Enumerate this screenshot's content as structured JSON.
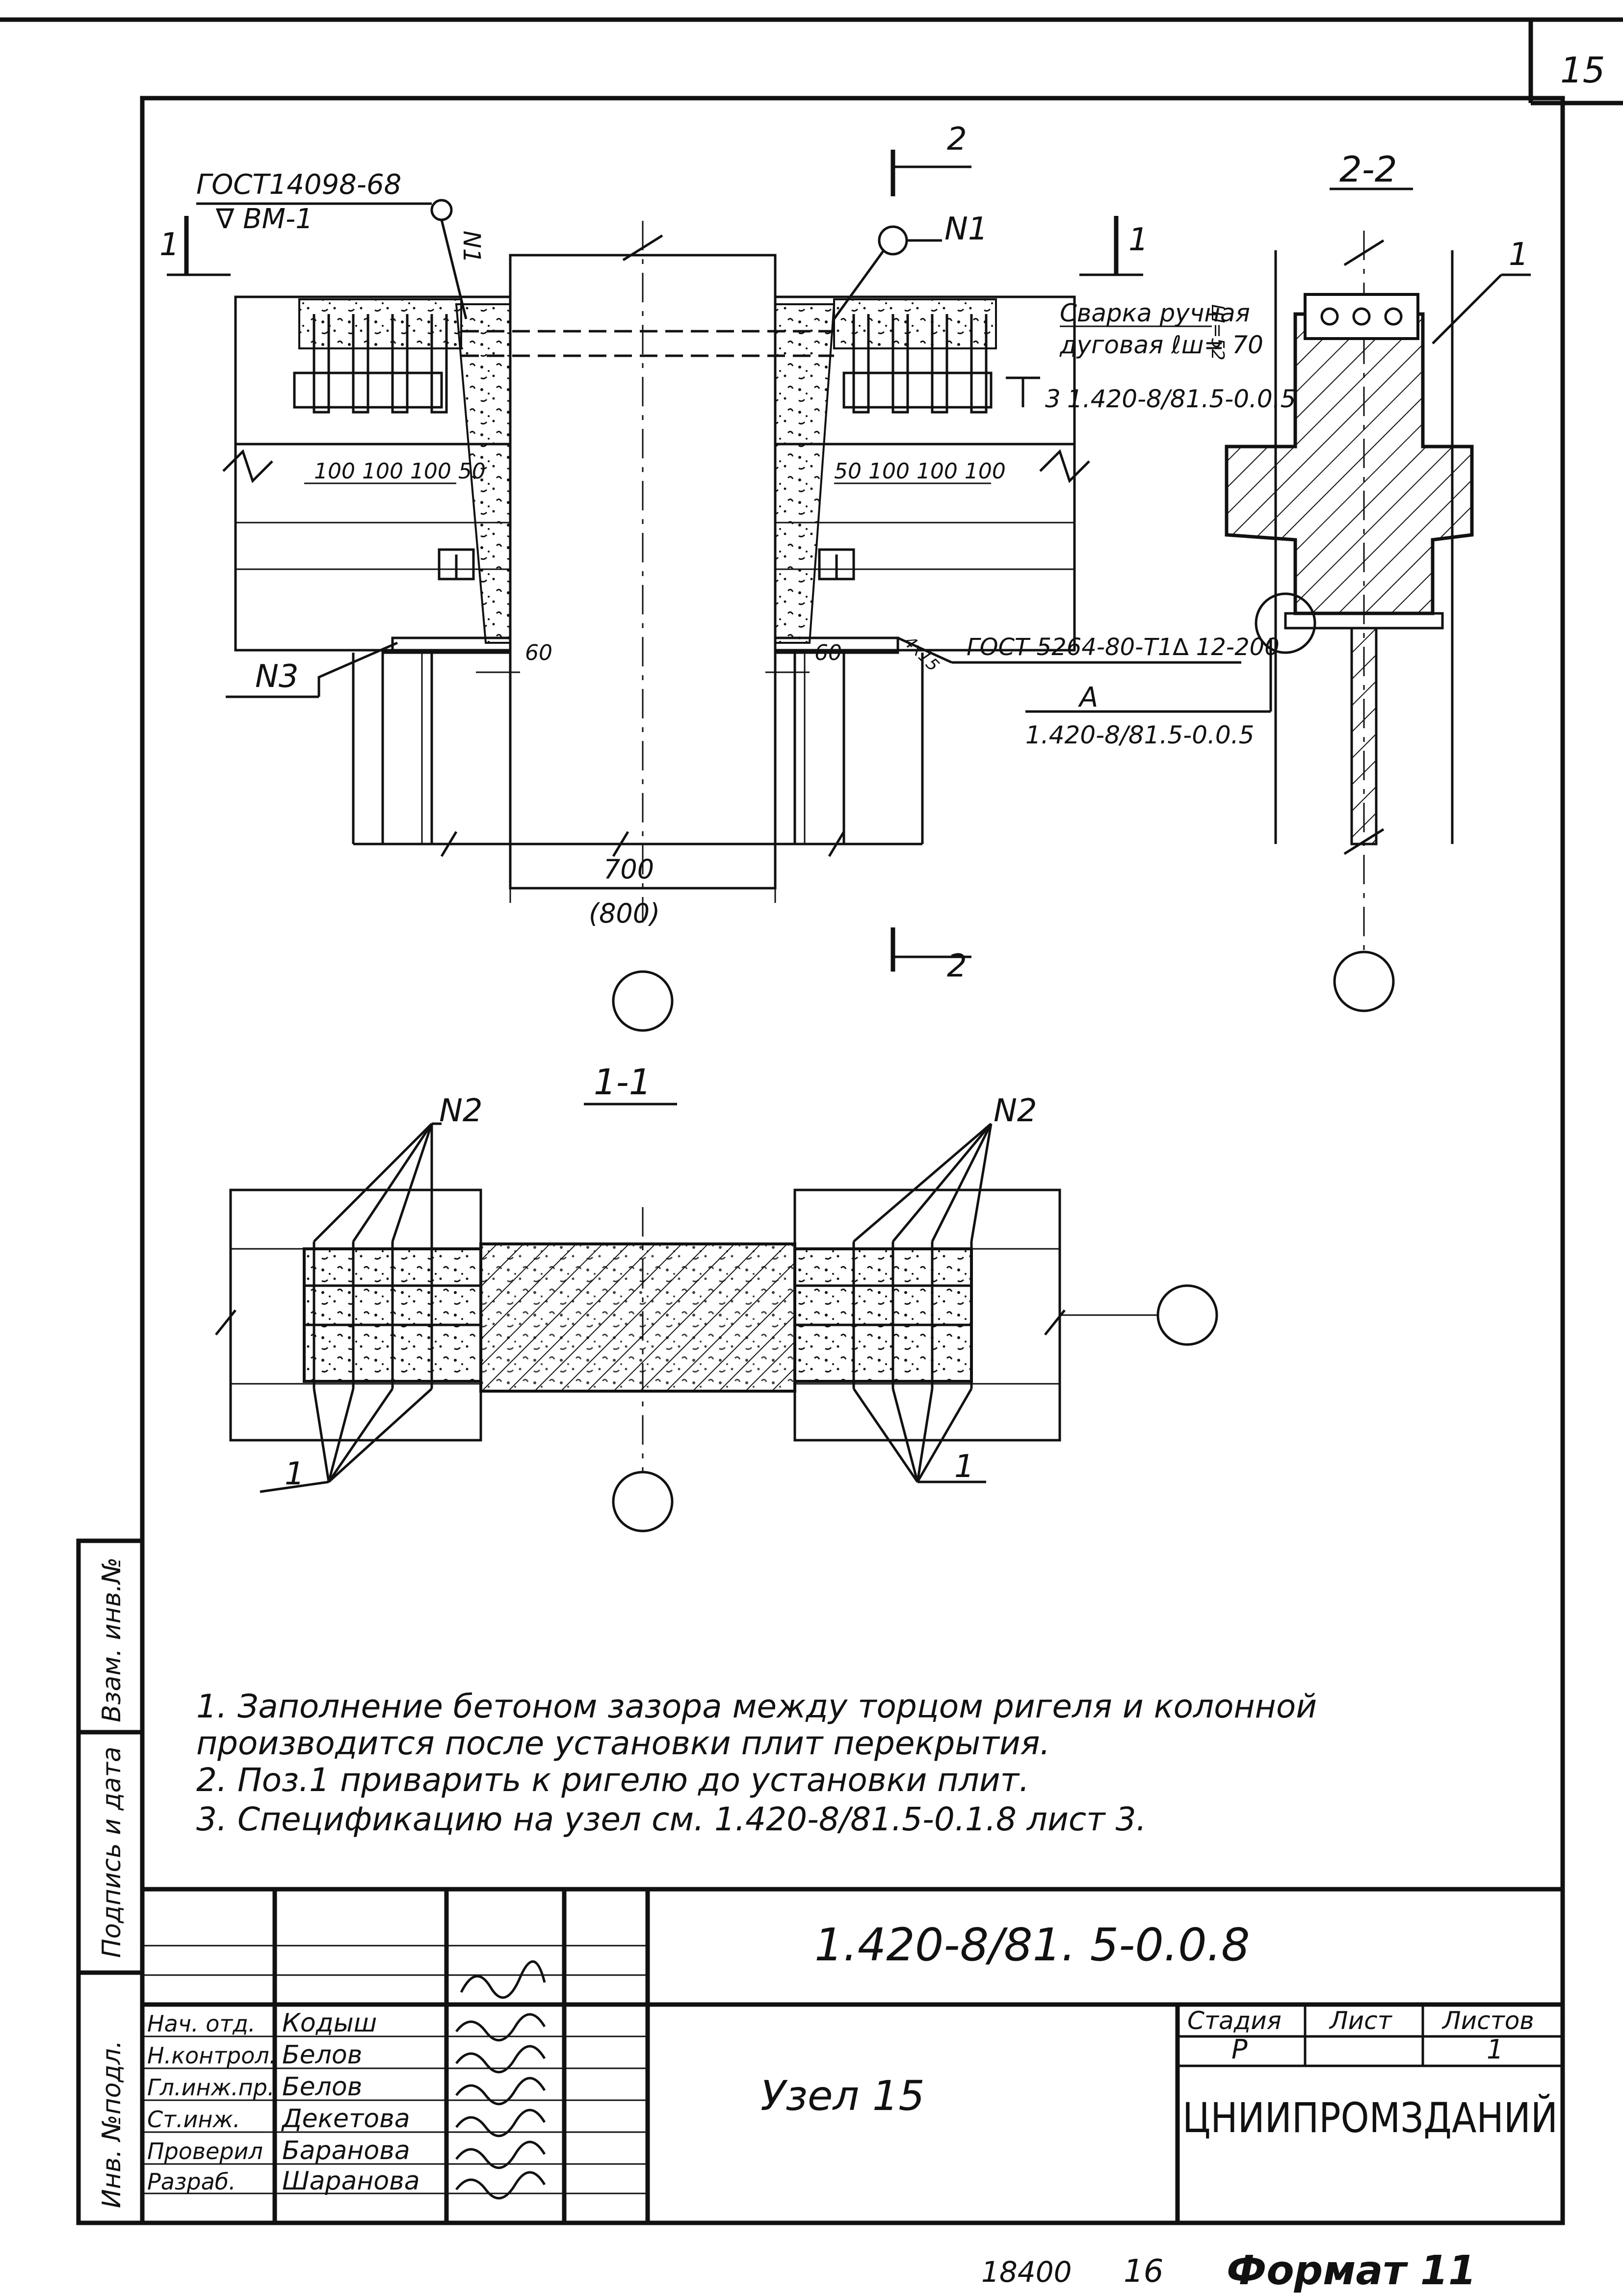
{
  "sheet_number": "15",
  "gost_weld_1": "ГОСТ14098-68",
  "gost_weld_1_sub": "∇ ВМ-1",
  "sec1_mark": "1",
  "sec2_mark": "2",
  "section_2_2_title": "2-2",
  "section_1_1_title": "1-1",
  "callout_n1": "N1",
  "callout_n1_vertical": "N1",
  "callout_n2_left": "N2",
  "callout_n2_right": "N2",
  "callout_n3": "N3",
  "weld_note_line1": "Сварка ручная",
  "weld_note_line2": "дуговая ℓш= 70",
  "weld_note_ref": "1.420-8/81.5-0.0.5",
  "weld_note_side": "Ш=52",
  "weld_note_3": "3",
  "dims_left": "100  100  100   50",
  "dims_right": "50  100  100  100",
  "dim_60_left": "60",
  "dim_60_right": "60",
  "dim_700": "700",
  "dim_800": "(800)",
  "gost_weld_2_prefix": "4х15",
  "gost_weld_2": "ГОСТ 5264-80-Т1∆ 12-200",
  "node_a_letter": "A",
  "node_a_ref": "1.420-8/81.5-0.0.5",
  "pos_1_section22": "1",
  "pos_1_left": "1",
  "pos_1_right": "1",
  "notes": [
    "1.  Заполнение бетоном зазора между торцом ригеля и колонной",
    "     производится после установки плит перекрытия.",
    "2.  Поз.1 приварить к ригелю до установки плит.",
    "3.  Спецификацию на узел см. 1.420-8/81.5-0.1.8 лист 3."
  ],
  "side_stamp": [
    "Инв. №подл.",
    "Подпись и дата",
    "Взам. инв.№"
  ],
  "title_block": {
    "doc_code": "1.420-8/81. 5-0.0.8",
    "title": "Узел 15",
    "stage_header": "Стадия",
    "sheet_header": "Лист",
    "sheets_header": "Листов",
    "stage_value": "Р",
    "sheets_value": "1",
    "organization": "ЦНИИПРОМЗДАНИЙ",
    "roles": [
      {
        "role": "Нач. отд.",
        "name": "Кодыш"
      },
      {
        "role": "Н.контрол.",
        "name": "Белов"
      },
      {
        "role": "Гл.инж.пр.",
        "name": "Белов"
      },
      {
        "role": "Ст.инж.",
        "name": "Декетова"
      },
      {
        "role": "Проверил",
        "name": "Баранова"
      },
      {
        "role": "Разраб.",
        "name": "Шаранова"
      }
    ]
  },
  "footer_number": "18400",
  "footer_sheet": "16",
  "footer_format": "Формат 11"
}
